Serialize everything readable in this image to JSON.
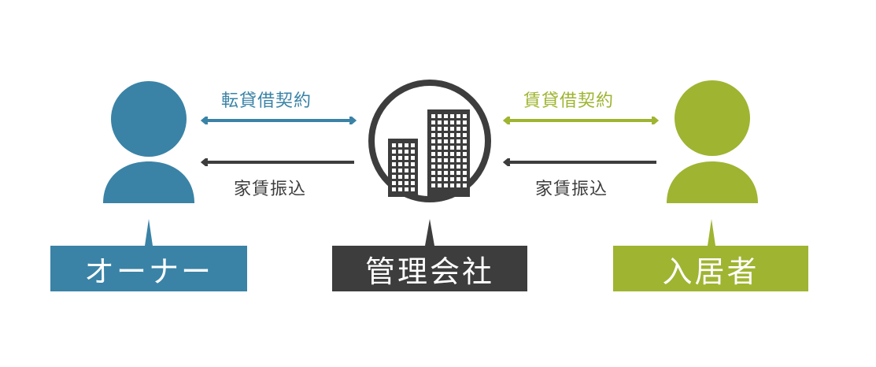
{
  "colors": {
    "owner": "#3a83a6",
    "management": "#3d3d3d",
    "tenant": "#9fb431",
    "rent_arrow": "#3d3d3d"
  },
  "nodes": {
    "owner": {
      "label": "オーナー",
      "icon": "person-icon"
    },
    "management": {
      "label": "管理会社",
      "icon": "building-icon"
    },
    "tenant": {
      "label": "入居者",
      "icon": "person-icon"
    }
  },
  "edges": {
    "owner_management_lease": {
      "label": "転貸借契約",
      "direction": "both"
    },
    "management_owner_rent": {
      "label": "家賃振込",
      "direction": "to-owner"
    },
    "tenant_management_lease": {
      "label": "賃貸借契約",
      "direction": "both"
    },
    "tenant_management_rent": {
      "label": "家賃振込",
      "direction": "to-management"
    }
  }
}
